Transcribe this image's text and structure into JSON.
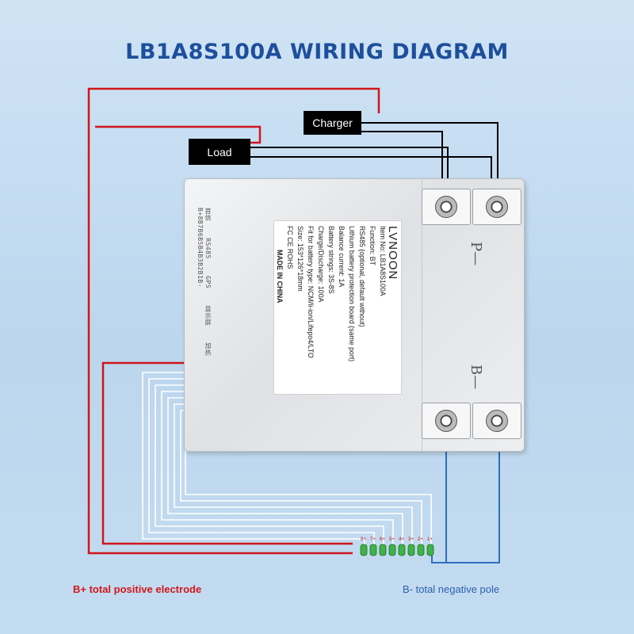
{
  "title": "LB1A8S100A WIRING DIAGRAM",
  "boxes": {
    "charger": "Charger",
    "load": "Load"
  },
  "board": {
    "side_labels": [
      "B+8B7B6B5B4B3B2B1B-",
      "加热",
      "显示屏",
      "GPS",
      "RS485",
      "首信"
    ],
    "label": {
      "brand": "LVNOON",
      "lines": [
        "Item No: LB1A8S100A",
        "Function: BT",
        "RS485 (optional, default without)",
        "Lithium battery protection board (same port)",
        "Balance current: 1A",
        "Battery strings: 3S-8S",
        "Charge/Discharge: 100A",
        "Fit for battery type: NCM/li-ion/Lifepo4/LTO",
        "Size: 153*126*18mm",
        "FC CE ROHS"
      ],
      "made_in": "MADE IN CHINA"
    },
    "p_minus": "P—",
    "b_minus": "B—"
  },
  "connector_pins": [
    "8+",
    "7+",
    "6+",
    "5+",
    "4+",
    "3+",
    "2+",
    "1+"
  ],
  "legend": {
    "positive": "B+ total positive electrode",
    "negative": "B- total negative pole"
  },
  "colors": {
    "title": "#1d4f9c",
    "positive_wire": "#d0161b",
    "negative_wire": "#2a6fc0",
    "control_wire": "#000000",
    "balance_wire": "#ffffff"
  }
}
